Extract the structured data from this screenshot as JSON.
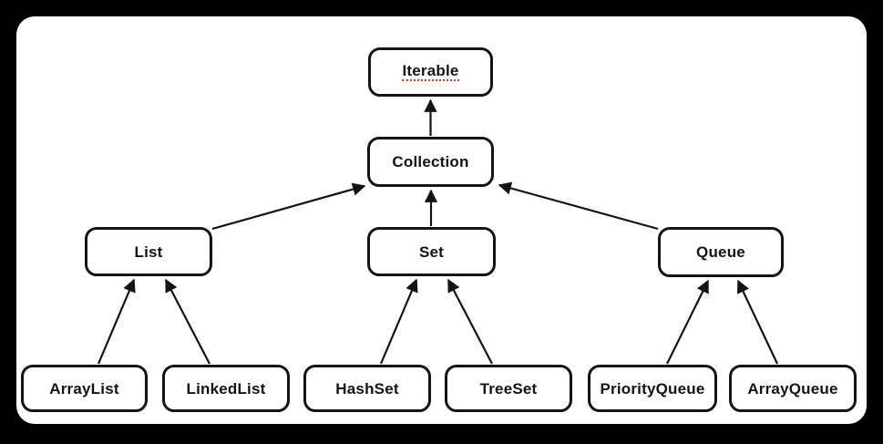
{
  "diagram_type": "class-hierarchy",
  "nodes": [
    {
      "id": "iterable",
      "label": "Iterable",
      "spellcheck_underline": true
    },
    {
      "id": "collection",
      "label": "Collection",
      "spellcheck_underline": false
    },
    {
      "id": "list",
      "label": "List",
      "spellcheck_underline": false
    },
    {
      "id": "set",
      "label": "Set",
      "spellcheck_underline": false
    },
    {
      "id": "queue",
      "label": "Queue",
      "spellcheck_underline": false
    },
    {
      "id": "arraylist",
      "label": "ArrayList",
      "spellcheck_underline": false
    },
    {
      "id": "linkedlist",
      "label": "LinkedList",
      "spellcheck_underline": false
    },
    {
      "id": "hashset",
      "label": "HashSet",
      "spellcheck_underline": false
    },
    {
      "id": "treeset",
      "label": "TreeSet",
      "spellcheck_underline": false
    },
    {
      "id": "priorityqueue",
      "label": "PriorityQueue",
      "spellcheck_underline": false
    },
    {
      "id": "arrayqueue",
      "label": "ArrayQueue",
      "spellcheck_underline": false
    }
  ],
  "edges": [
    {
      "from": "Collection",
      "to": "Iterable",
      "style": "arrow-to-parent"
    },
    {
      "from": "List",
      "to": "Collection",
      "style": "arrow-to-parent"
    },
    {
      "from": "Set",
      "to": "Collection",
      "style": "arrow-to-parent"
    },
    {
      "from": "Queue",
      "to": "Collection",
      "style": "arrow-to-parent"
    },
    {
      "from": "ArrayList",
      "to": "List",
      "style": "arrow-to-parent"
    },
    {
      "from": "LinkedList",
      "to": "List",
      "style": "arrow-to-parent"
    },
    {
      "from": "HashSet",
      "to": "Set",
      "style": "arrow-to-parent"
    },
    {
      "from": "TreeSet",
      "to": "Set",
      "style": "arrow-to-parent"
    },
    {
      "from": "PriorityQueue",
      "to": "Queue",
      "style": "arrow-to-parent"
    },
    {
      "from": "ArrayQueue",
      "to": "Queue",
      "style": "arrow-to-parent"
    }
  ],
  "colors": {
    "page_background": "#000000",
    "canvas_background": "#ffffff",
    "box_border": "#141414",
    "text": "#141414",
    "arrow": "#141414",
    "spellcheck_underline": "#e0321f"
  }
}
